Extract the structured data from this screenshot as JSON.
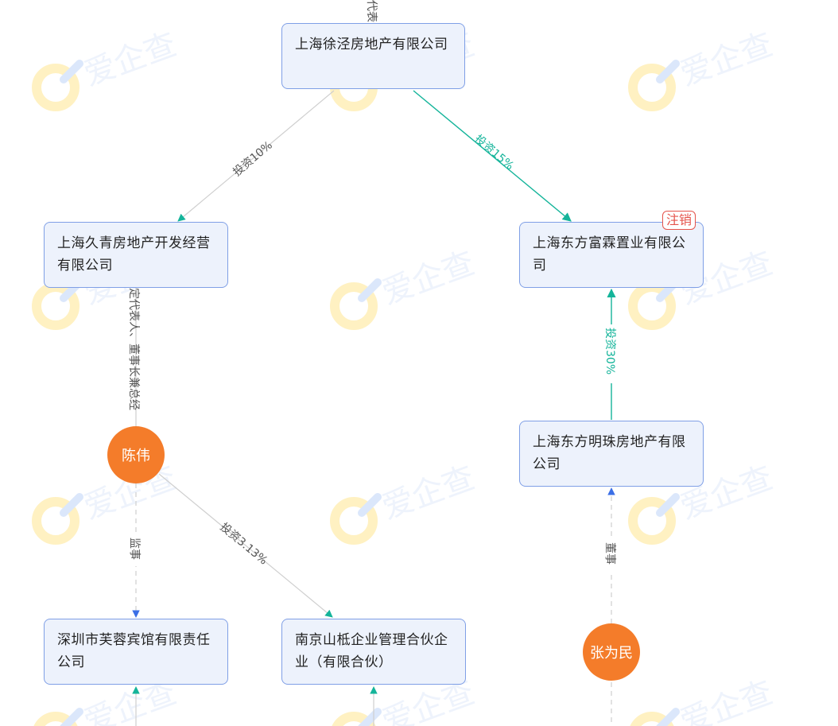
{
  "companies": {
    "xujing": "上海徐泾房地产有限公司",
    "jiuqing": "上海久青房地产开发经营有限公司",
    "fulin": "上海东方富霖置业有限公司",
    "mingzhu": "上海东方明珠房地产有限公司",
    "furong": "深圳市芙蓉宾馆有限责任公司",
    "shandi": "南京山柢企业管理合伙企业（有限合伙）"
  },
  "people": {
    "chenwei": "陈伟",
    "zhangweimin": "张为民"
  },
  "badges": {
    "fulin_status": "注销"
  },
  "edge_labels": {
    "top_partial": "代表",
    "xujing_to_jiuqing": "投资10%",
    "xujing_to_fulin": "投资15%",
    "chenwei_to_jiuqing": "定代表人、董事长兼总经",
    "mingzhu_to_fulin": "投资30%",
    "chenwei_to_furong": "监事",
    "chenwei_to_shandi": "投资3.13%",
    "zhangweimin_to_mingzhu": "董事"
  },
  "watermark": "爱企查",
  "colors": {
    "investment_edge": "#14b49a",
    "role_edge": "#3b6fe6",
    "neutral_edge": "#cfcfcf",
    "person": "#f47c2a",
    "node_bg": "#edf2fc",
    "node_border": "#7f9fe6",
    "cancelled_badge": "#e5534b"
  }
}
